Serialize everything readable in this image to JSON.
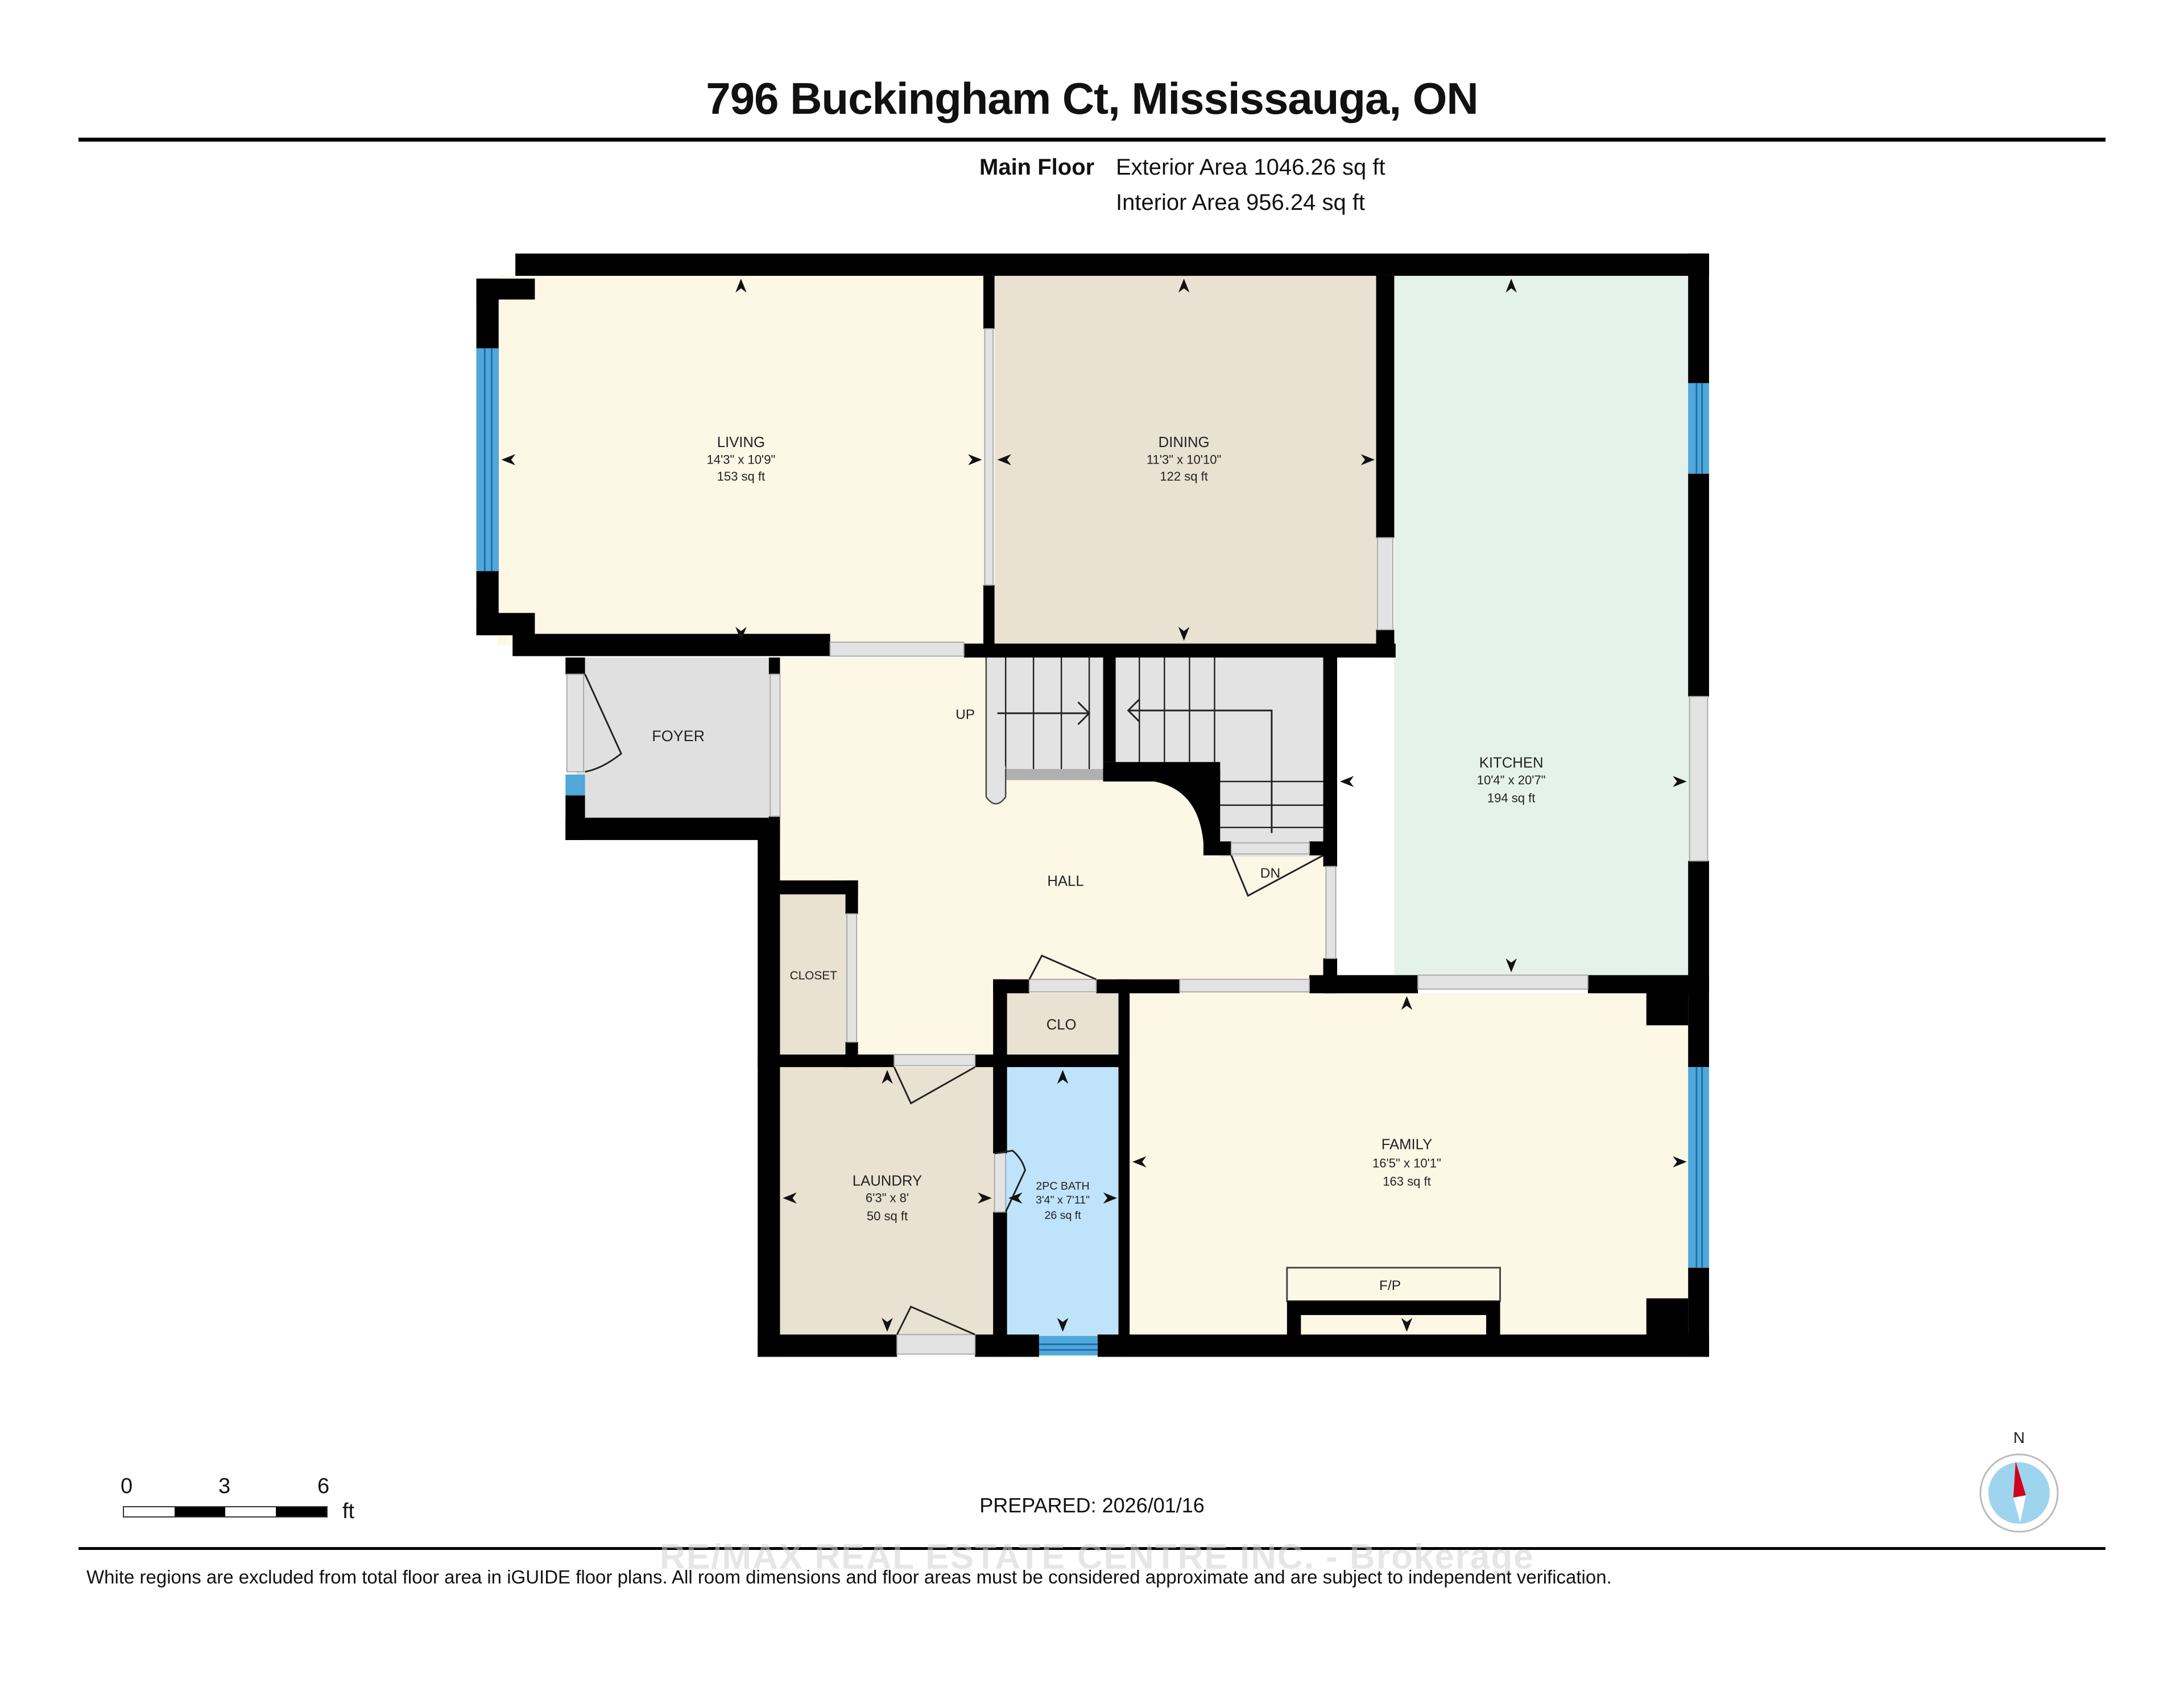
{
  "header": {
    "title": "796 Buckingham Ct, Mississauga, ON",
    "floor_name": "Main Floor",
    "exterior_area": "Exterior Area 1046.26 sq ft",
    "interior_area": "Interior Area 956.24 sq ft"
  },
  "rooms": [
    {
      "name": "LIVING",
      "dims": "14'3\" x 10'9\"",
      "area": "153 sq ft",
      "color": "#fdf7e6"
    },
    {
      "name": "DINING",
      "dims": "11'3\" x 10'10\"",
      "area": "122 sq ft",
      "color": "#e9e1d1"
    },
    {
      "name": "KITCHEN",
      "dims": "10'4\" x 20'7\"",
      "area": "194 sq ft",
      "color": "#e5f2ec"
    },
    {
      "name": "FOYER",
      "color": "#e0e0e0"
    },
    {
      "name": "HALL",
      "color": "#fdf7e6"
    },
    {
      "name": "CLOSET",
      "color": "#e9e1d1"
    },
    {
      "name": "CLO",
      "color": "#e9e1d1"
    },
    {
      "name": "LAUNDRY",
      "dims": "6'3\" x 8'",
      "area": "50 sq ft",
      "color": "#e9e1d1"
    },
    {
      "name": "2PC BATH",
      "dims": "3'4\" x 7'11\"",
      "area": "26 sq ft",
      "color": "#bfe3fb"
    },
    {
      "name": "FAMILY",
      "dims": "16'5\" x 10'1\"",
      "area": "163 sq ft",
      "color": "#fdf7e6"
    }
  ],
  "annotations": {
    "stairs_up": "UP",
    "stairs_down": "DN",
    "fireplace": "F/P"
  },
  "colors": {
    "wall": "#000000",
    "window": "#4fa7da",
    "window_line": "#1f6fa8",
    "opening": "#e3e3e3",
    "stairs": "#e3e3e3",
    "compass_fill": "#9fd4ef",
    "compass_needle": "#d0021b"
  },
  "scale_bar": {
    "ticks": [
      "0",
      "3",
      "6"
    ],
    "unit": "ft"
  },
  "footer": {
    "prepared": "PREPARED: 2026/01/16",
    "watermark": "RE/MAX REAL ESTATE CENTRE INC. - Brokerage",
    "disclaimer": "White regions are excluded from total floor area in iGUIDE floor plans. All room dimensions and floor areas must be considered approximate and are subject to independent verification."
  },
  "compass": {
    "label": "N"
  }
}
